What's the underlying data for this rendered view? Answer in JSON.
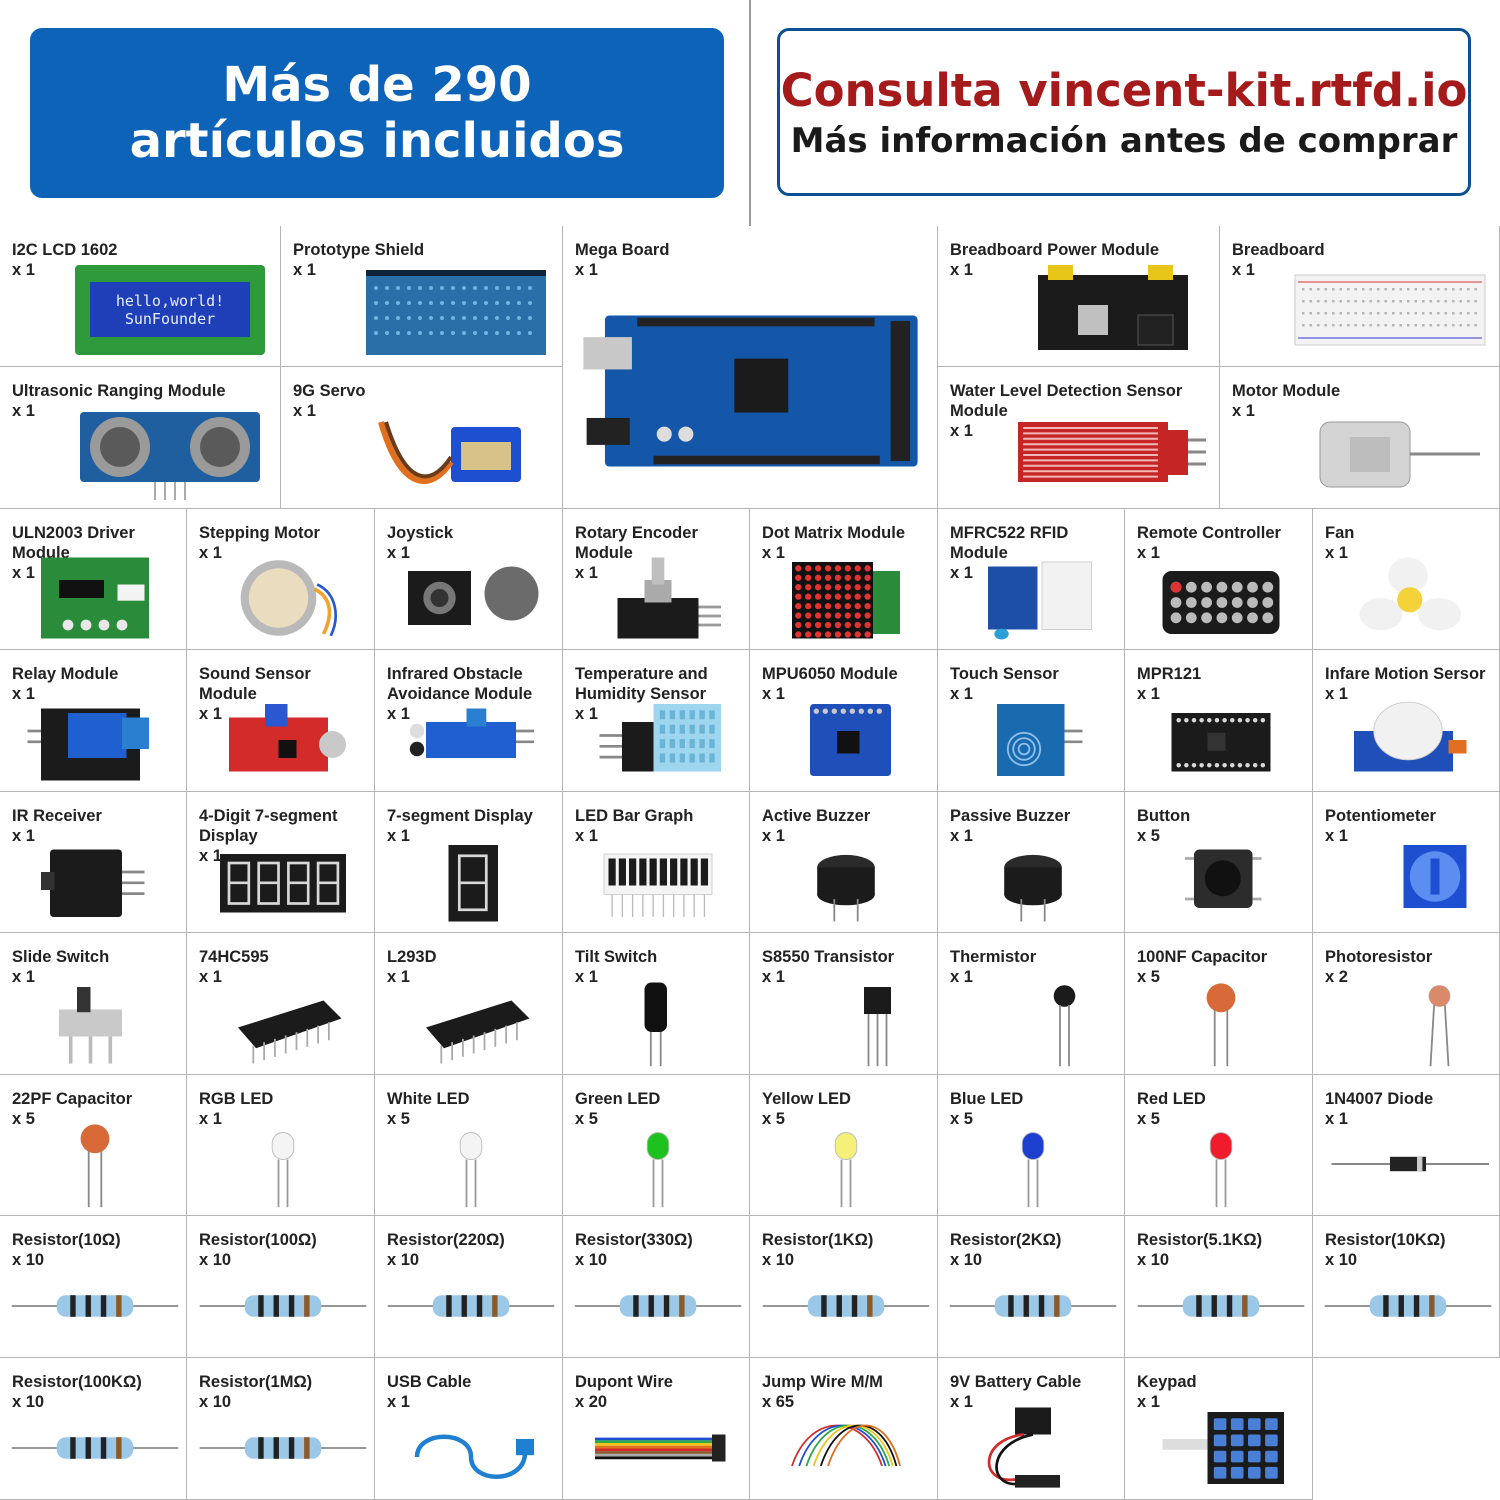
{
  "header": {
    "left_badge": "Más de 290 artículos incluidos",
    "right_title": "Consulta vincent-kit.rtfd.io",
    "right_subtitle": "Más información antes de comprar",
    "colors": {
      "blue": "#0d63b8",
      "red": "#a51b1b",
      "border": "#0d4f95"
    }
  },
  "items": [
    {
      "name": "I2C LCD 1602",
      "qty": "x 1",
      "icon": "lcd-display-icon"
    },
    {
      "name": "Prototype Shield",
      "qty": "x 1",
      "icon": "pcb-shield-icon"
    },
    {
      "name": "Mega Board",
      "qty": "x 1",
      "icon": "mega-board-icon"
    },
    {
      "name": "Breadboard Power Module",
      "qty": "x 1",
      "icon": "power-module-icon"
    },
    {
      "name": "Breadboard",
      "qty": "x 1",
      "icon": "breadboard-icon"
    },
    {
      "name": "Ultrasonic Ranging Module",
      "qty": "x 1",
      "icon": "ultrasonic-sensor-icon"
    },
    {
      "name": "9G Servo",
      "qty": "x 1",
      "icon": "servo-icon"
    },
    {
      "name": "Water Level Detection Sensor Module",
      "qty": "x 1",
      "icon": "water-sensor-icon"
    },
    {
      "name": "Motor Module",
      "qty": "x 1",
      "icon": "dc-motor-icon"
    },
    {
      "name": "ULN2003 Driver Module",
      "qty": "x 1",
      "icon": "driver-board-icon"
    },
    {
      "name": "Stepping Motor",
      "qty": "x 1",
      "icon": "stepper-motor-icon"
    },
    {
      "name": "Joystick",
      "qty": "x 1",
      "icon": "joystick-icon"
    },
    {
      "name": "Rotary Encoder Module",
      "qty": "x 1",
      "icon": "rotary-encoder-icon"
    },
    {
      "name": "Dot Matrix Module",
      "qty": "x 1",
      "icon": "dot-matrix-icon"
    },
    {
      "name": "MFRC522 RFID Module",
      "qty": "x 1",
      "icon": "rfid-icon"
    },
    {
      "name": "Remote Controller",
      "qty": "x 1",
      "icon": "remote-icon"
    },
    {
      "name": "Fan",
      "qty": "x 1",
      "icon": "fan-icon"
    },
    {
      "name": "Relay Module",
      "qty": "x 1",
      "icon": "relay-icon"
    },
    {
      "name": "Sound Sensor Module",
      "qty": "x 1",
      "icon": "sound-sensor-icon"
    },
    {
      "name": "Infrared Obstacle Avoidance Module",
      "qty": "x 1",
      "icon": "ir-obstacle-icon"
    },
    {
      "name": "Temperature and Humidity Sensor",
      "qty": "x 1",
      "icon": "dht-sensor-icon"
    },
    {
      "name": "MPU6050 Module",
      "qty": "x 1",
      "icon": "mpu-module-icon"
    },
    {
      "name": "Touch Sensor",
      "qty": "x 1",
      "icon": "touch-sensor-icon"
    },
    {
      "name": "MPR121",
      "qty": "x 1",
      "icon": "mpr121-icon"
    },
    {
      "name": "Infare Motion Sersor",
      "qty": "x 1",
      "icon": "pir-sensor-icon"
    },
    {
      "name": "IR Receiver",
      "qty": "x 1",
      "icon": "ir-receiver-icon"
    },
    {
      "name": "4-Digit 7-segment Display",
      "qty": "x 1",
      "icon": "four-digit-display-icon"
    },
    {
      "name": "7-segment Display",
      "qty": "x 1",
      "icon": "seven-segment-icon"
    },
    {
      "name": "LED Bar Graph",
      "qty": "x 1",
      "icon": "led-bar-icon"
    },
    {
      "name": "Active Buzzer",
      "qty": "x 1",
      "icon": "buzzer-icon"
    },
    {
      "name": "Passive Buzzer",
      "qty": "x 1",
      "icon": "buzzer-icon"
    },
    {
      "name": "Button",
      "qty": "x 5",
      "icon": "push-button-icon"
    },
    {
      "name": "Potentiometer",
      "qty": "x 1",
      "icon": "potentiometer-icon"
    },
    {
      "name": "Slide Switch",
      "qty": "x 1",
      "icon": "slide-switch-icon"
    },
    {
      "name": "74HC595",
      "qty": "x 1",
      "icon": "ic-chip-icon"
    },
    {
      "name": "L293D",
      "qty": "x 1",
      "icon": "ic-chip-icon"
    },
    {
      "name": "Tilt Switch",
      "qty": "x 1",
      "icon": "tilt-switch-icon"
    },
    {
      "name": "S8550 Transistor",
      "qty": "x 1",
      "icon": "transistor-icon"
    },
    {
      "name": "Thermistor",
      "qty": "x 1",
      "icon": "thermistor-icon"
    },
    {
      "name": "100NF Capacitor",
      "qty": "x 5",
      "icon": "ceramic-capacitor-icon"
    },
    {
      "name": "Photoresistor",
      "qty": "x 2",
      "icon": "photoresistor-icon"
    },
    {
      "name": "22PF Capacitor",
      "qty": "x 5",
      "icon": "ceramic-capacitor-icon"
    },
    {
      "name": "RGB LED",
      "qty": "x 1",
      "icon": "led-icon"
    },
    {
      "name": "White LED",
      "qty": "x 5",
      "icon": "led-icon"
    },
    {
      "name": "Green LED",
      "qty": "x 5",
      "icon": "led-icon"
    },
    {
      "name": "Yellow LED",
      "qty": "x 5",
      "icon": "led-icon"
    },
    {
      "name": "Blue LED",
      "qty": "x 5",
      "icon": "led-icon"
    },
    {
      "name": "Red LED",
      "qty": "x 5",
      "icon": "led-icon"
    },
    {
      "name": "1N4007 Diode",
      "qty": "x 1",
      "icon": "diode-icon"
    },
    {
      "name": "Resistor(10Ω)",
      "qty": "x 10",
      "icon": "resistor-icon"
    },
    {
      "name": "Resistor(100Ω)",
      "qty": "x 10",
      "icon": "resistor-icon"
    },
    {
      "name": "Resistor(220Ω)",
      "qty": "x 10",
      "icon": "resistor-icon"
    },
    {
      "name": "Resistor(330Ω)",
      "qty": "x 10",
      "icon": "resistor-icon"
    },
    {
      "name": "Resistor(1KΩ)",
      "qty": "x 10",
      "icon": "resistor-icon"
    },
    {
      "name": "Resistor(2KΩ)",
      "qty": "x 10",
      "icon": "resistor-icon"
    },
    {
      "name": "Resistor(5.1KΩ)",
      "qty": "x 10",
      "icon": "resistor-icon"
    },
    {
      "name": "Resistor(10KΩ)",
      "qty": "x 10",
      "icon": "resistor-icon"
    },
    {
      "name": "Resistor(100KΩ)",
      "qty": "x 10",
      "icon": "resistor-icon"
    },
    {
      "name": "Resistor(1MΩ)",
      "qty": "x 10",
      "icon": "resistor-icon"
    },
    {
      "name": "USB Cable",
      "qty": "x 1",
      "icon": "usb-cable-icon"
    },
    {
      "name": "Dupont Wire",
      "qty": "x 20",
      "icon": "dupont-wire-icon"
    },
    {
      "name": "Jump Wire M/M",
      "qty": "x 65",
      "icon": "jump-wire-icon"
    },
    {
      "name": "9V Battery Cable",
      "qty": "x 1",
      "icon": "battery-cable-icon"
    },
    {
      "name": "Keypad",
      "qty": "x 1",
      "icon": "keypad-icon"
    }
  ]
}
